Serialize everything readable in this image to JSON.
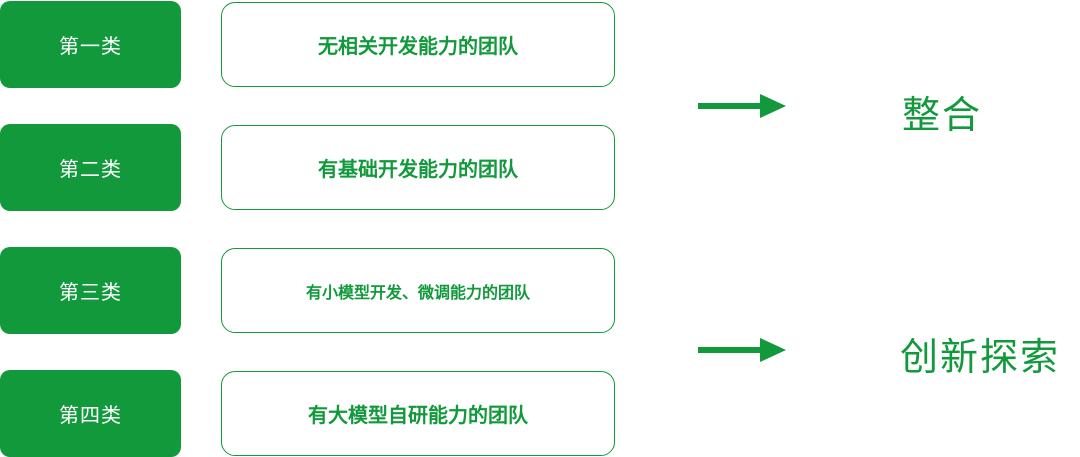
{
  "rows": [
    {
      "category": "第一类",
      "description": "无相关开发能力的团队"
    },
    {
      "category": "第二类",
      "description": "有基础开发能力的团队"
    },
    {
      "category": "第三类",
      "description": "有小模型开发、微调能力的团队"
    },
    {
      "category": "第四类",
      "description": "有大模型自研能力的团队"
    }
  ],
  "outcomes": [
    {
      "label": "整合"
    },
    {
      "label": "创新探索"
    }
  ],
  "colors": {
    "accent": "#12993c",
    "box_text": "#ffffff",
    "background": "#ffffff"
  },
  "icons": {
    "arrow": "arrow-right-icon"
  }
}
